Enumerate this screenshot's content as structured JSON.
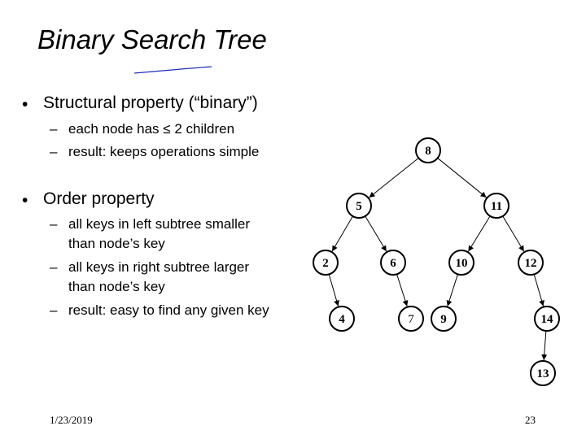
{
  "slide": {
    "title": "Binary Search Tree",
    "bullets": [
      {
        "text": "Structural property (“binary”)",
        "subs": [
          [
            "each node has ",
            "≤",
            " 2 children"
          ],
          "result: keeps operations simple"
        ]
      },
      {
        "text": "Order property",
        "subs": [
          [
            "all keys in left subtree smaller",
            "than node’s key"
          ],
          [
            "all keys in right subtree larger",
            "than node’s key"
          ],
          "result: easy to find any given key"
        ]
      }
    ],
    "footer": {
      "date": "1/23/2019",
      "page": "23"
    }
  },
  "tree": {
    "nodes": [
      "8",
      "5",
      "11",
      "2",
      "6",
      "10",
      "12",
      "4",
      "7",
      "9",
      "14",
      "13"
    ]
  }
}
